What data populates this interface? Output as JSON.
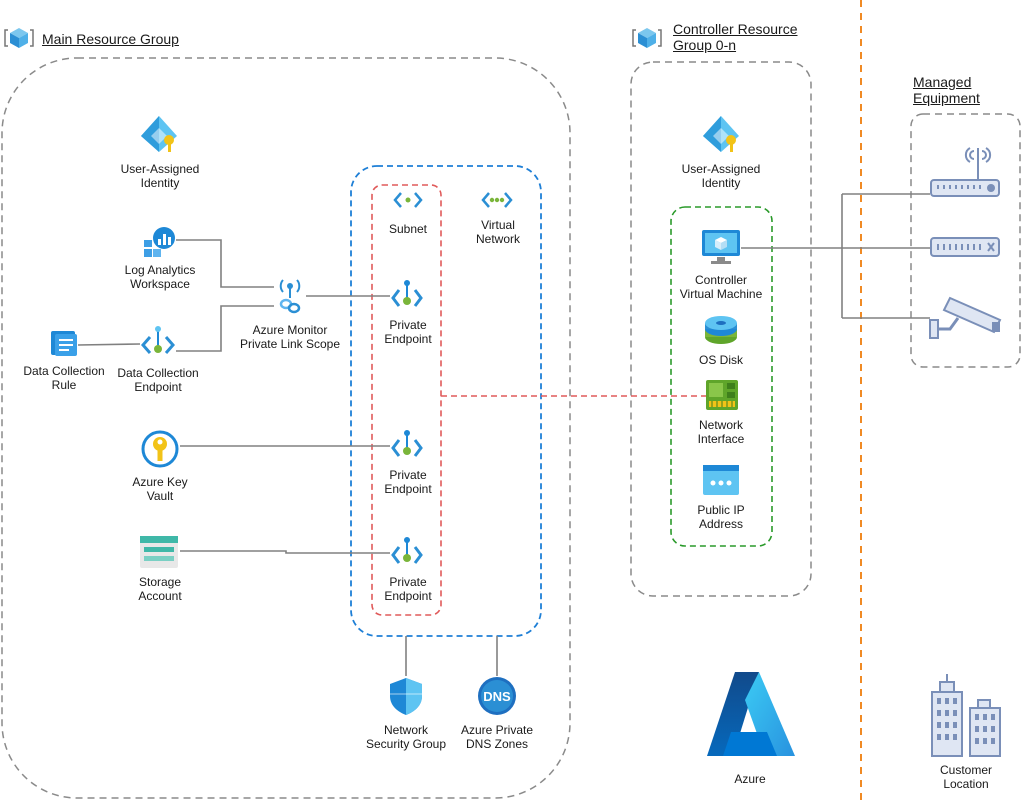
{
  "groups": {
    "main": "Main Resource Group",
    "controller": "Controller Resource\nGroup 0-n",
    "managed": "Managed\nEquipment"
  },
  "main": {
    "user_identity": "User-Assigned\nIdentity",
    "log_analytics": "Log Analytics\nWorkspace",
    "monitor_pls": "Azure Monitor\nPrivate Link Scope",
    "dcr": "Data Collection\nRule",
    "dce": "Data Collection\nEndpoint",
    "key_vault": "Azure Key\nVault",
    "storage": "Storage\nAccount",
    "subnet": "Subnet",
    "vnet": "Virtual\nNetwork",
    "pe1": "Private\nEndpoint",
    "pe2": "Private\nEndpoint",
    "pe3": "Private\nEndpoint",
    "nsg": "Network\nSecurity Group",
    "dns": "Azure Private\nDNS Zones"
  },
  "controller": {
    "user_identity": "User-Assigned\nIdentity",
    "vm": "Controller\nVirtual Machine",
    "os_disk": "OS Disk",
    "nic": "Network\nInterface",
    "pip": "Public IP\nAddress"
  },
  "azure_label": "Azure",
  "customer_location": "Customer\nLocation",
  "dns_icon_text": "DNS",
  "colors": {
    "group_border": "#8a8a8a",
    "vnet_border": "#1e7fd6",
    "subnet_border": "#e05a5a",
    "vm_group_border": "#2a9a2a",
    "boundary": "#f08a24",
    "connector": "#808080",
    "azure_blue": "#0078d4"
  },
  "icons": {
    "group": "resource-group-cube-icon",
    "identity": "managed-identity-icon",
    "log_analytics": "log-analytics-icon",
    "monitor_pls": "private-link-scope-icon",
    "dcr": "data-collection-rule-icon",
    "dce": "data-collection-endpoint-icon",
    "key_vault": "key-vault-icon",
    "storage": "storage-account-icon",
    "subnet": "subnet-icon",
    "vnet": "virtual-network-icon",
    "private_endpoint": "private-endpoint-icon",
    "nsg": "network-security-group-icon",
    "dns": "private-dns-zone-icon",
    "vm": "virtual-machine-icon",
    "disk": "os-disk-icon",
    "nic": "network-interface-icon",
    "pip": "public-ip-icon",
    "router": "wifi-router-icon",
    "switch": "network-switch-icon",
    "camera": "security-camera-icon",
    "azure": "azure-logo-icon",
    "buildings": "customer-location-buildings-icon"
  }
}
